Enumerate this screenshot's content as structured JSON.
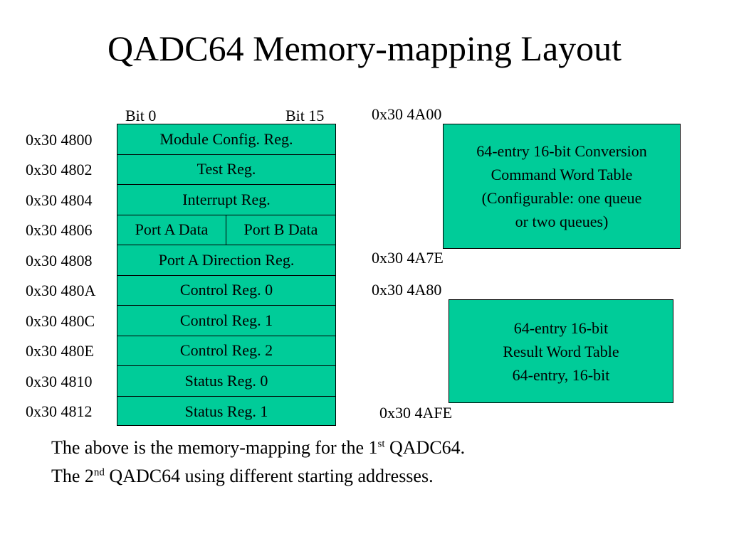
{
  "title": "QADC64 Memory-mapping Layout",
  "bits": {
    "left": "Bit 0",
    "right": "Bit 15"
  },
  "registers": [
    {
      "address": "0x30 4800",
      "name": "Module Config. Reg."
    },
    {
      "address": "0x30 4802",
      "name": "Test Reg."
    },
    {
      "address": "0x30 4804",
      "name": "Interrupt Reg."
    },
    {
      "address": "0x30 4806",
      "left": "Port A Data",
      "right": "Port B Data"
    },
    {
      "address": "0x30 4808",
      "name": "Port A Direction Reg."
    },
    {
      "address": "0x30 480A",
      "name": "Control Reg. 0"
    },
    {
      "address": "0x30 480C",
      "name": "Control Reg. 1"
    },
    {
      "address": "0x30 480E",
      "name": "Control Reg. 2"
    },
    {
      "address": "0x30 4810",
      "name": "Status Reg. 0"
    },
    {
      "address": "0x30 4812",
      "name": "Status Reg. 1"
    }
  ],
  "ccw_table": {
    "start_address": "0x30 4A00",
    "end_address": "0x30 4A7E",
    "lines": [
      "64-entry 16-bit Conversion",
      "Command Word Table",
      "(Configurable: one queue",
      "or two queues)"
    ]
  },
  "result_table": {
    "start_address": "0x30 4A80",
    "end_address": "0x30 4AFE",
    "lines": [
      "64-entry 16-bit",
      "Result Word Table",
      "64-entry, 16-bit"
    ]
  },
  "footer": {
    "line1_pre": "The above is the memory-mapping for the 1",
    "line1_sup": "st",
    "line1_post": " QADC64.",
    "line2_pre": "The 2",
    "line2_sup": "nd",
    "line2_post": " QADC64 using different starting addresses."
  },
  "colors": {
    "box_fill": "#00cc99"
  }
}
